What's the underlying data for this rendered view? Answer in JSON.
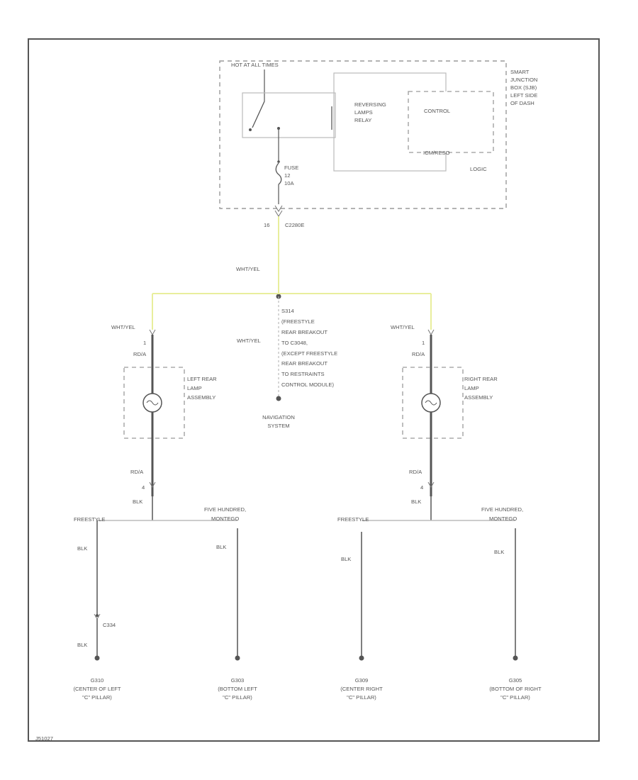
{
  "frame": {
    "code": "J51027"
  },
  "colors": {
    "wire_yellow": "#e8ee9c",
    "wire_dark": "#555555",
    "wire_light": "#bbbbbb",
    "dash": "#9a9a9a",
    "text": "#555555"
  },
  "junction_box": {
    "hot_label": "HOT AT ALL TIMES",
    "relay_label": [
      "REVERSING",
      "LAMPS",
      "RELAY"
    ],
    "control_label": "CONTROL",
    "control_sub": "ICM/RESO",
    "logic_label": "LOGIC",
    "side_label": [
      "SMART",
      "JUNCTION",
      "BOX (SJB)",
      "LEFT SIDE",
      "OF DASH"
    ],
    "fuse_label": [
      "FUSE",
      "12",
      "10A"
    ],
    "connector_pin": "16",
    "connector_name": "C2280E"
  },
  "wires": {
    "main_wire": "WHT/YEL",
    "splice_label": "WHT/YEL",
    "left_wire": "WHT/YEL",
    "right_wire": "WHT/YEL"
  },
  "splice_note": [
    "S314",
    "(FREESTYLE",
    "REAR BREAKOUT",
    "TO C3048,",
    "(EXCEPT FREESTYLE",
    "REAR BREAKOUT",
    "TO RESTRAINTS",
    "CONTROL MODULE)"
  ],
  "navigation": [
    "NAVIGATION",
    "SYSTEM"
  ],
  "left_lamp": {
    "label": [
      "LEFT REAR",
      "LAMP",
      "ASSEMBLY"
    ],
    "pin_top": "1",
    "wire_top": "RD/A",
    "wire_bottom": "RD/A",
    "pin_bottom": "4",
    "ground_wire": "BLK"
  },
  "right_lamp": {
    "label": [
      "RIGHT REAR",
      "LAMP",
      "ASSEMBLY"
    ],
    "pin_top": "1",
    "wire_top": "RD/A",
    "wire_bottom": "RD/A",
    "pin_bottom": "4",
    "ground_wire": "BLK"
  },
  "branches": {
    "left_freestyle": "FREESTYLE",
    "left_fh": [
      "FIVE HUNDRED,",
      "MONTEGO"
    ],
    "right_freestyle": "FREESTYLE",
    "right_fh": [
      "FIVE HUNDRED,",
      "MONTEGO"
    ]
  },
  "grounds": [
    {
      "wire_top": "BLK",
      "connector": "C334",
      "wire_bottom": "BLK",
      "id": "G310",
      "loc1": "(CENTER OF LEFT",
      "loc2": "\"C\" PILLAR)"
    },
    {
      "wire": "BLK",
      "id": "G303",
      "loc1": "(BOTTOM LEFT",
      "loc2": "\"C\" PILLAR)"
    },
    {
      "wire": "BLK",
      "id": "G309",
      "loc1": "(CENTER RIGHT",
      "loc2": "\"C\" PILLAR)"
    },
    {
      "wire": "BLK",
      "id": "G305",
      "loc1": "(BOTTOM OF RIGHT",
      "loc2": "\"C\" PILLAR)"
    }
  ]
}
